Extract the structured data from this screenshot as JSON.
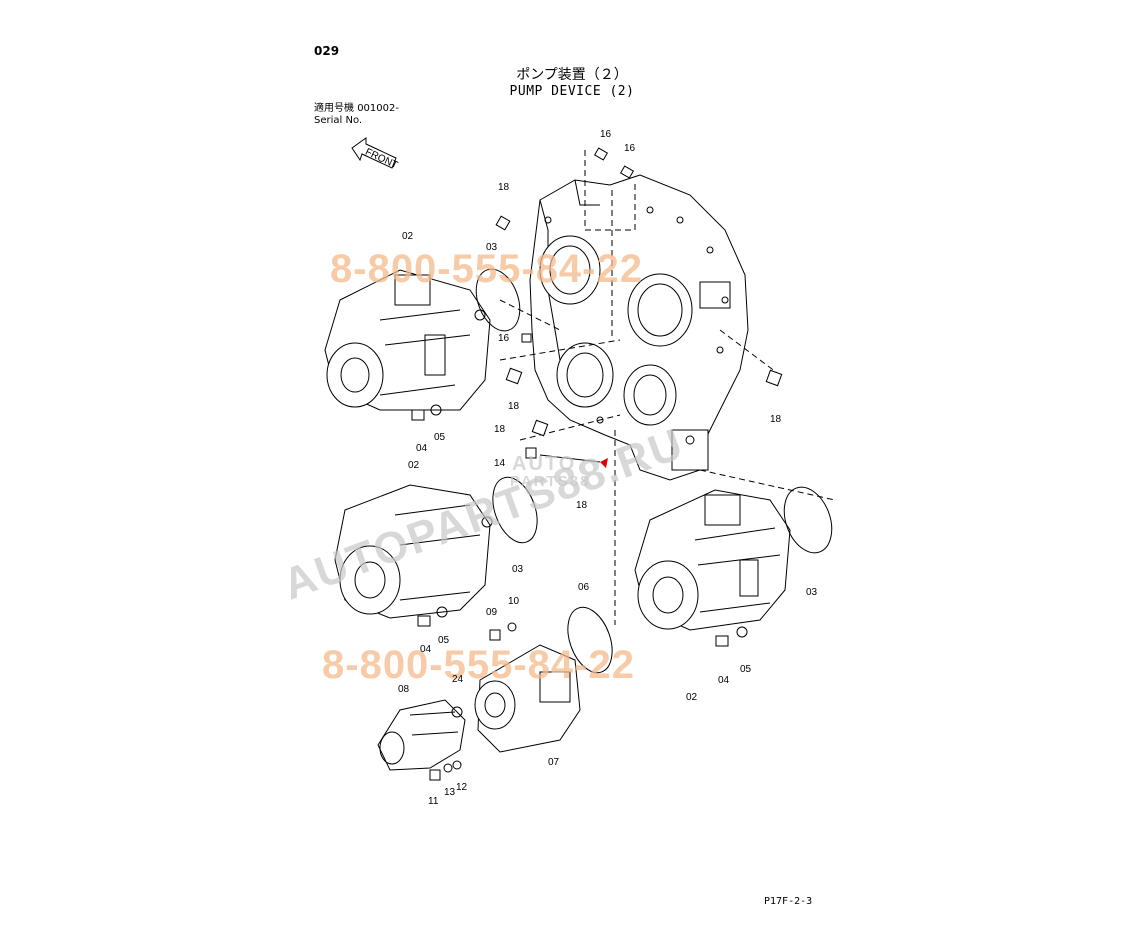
{
  "page": {
    "code": "029",
    "title_jp": "ポンプ装置（２）",
    "title_en": "PUMP DEVICE (2)",
    "serial_label_jp": "適用号機",
    "serial_value": "001002-",
    "serial_label_en": "Serial No.",
    "footer_code": "P17F-2-3"
  },
  "front_arrow": {
    "label": "FRONT"
  },
  "watermarks": {
    "phone_top": "8-800-555-84-22",
    "phone_bottom": "8-800-555-84-22",
    "site_diag": "AUTOPARTS88.RU",
    "logo_top": "AUTO",
    "logo_bottom": "PARTS88"
  },
  "part_labels": {
    "p16a": "16",
    "p16b": "16",
    "p16c": "16",
    "p18a": "18",
    "p18b": "18",
    "p18c": "18",
    "p18d": "18",
    "p18e": "18",
    "p14": "14",
    "p02a": "02",
    "p02b": "02",
    "p02c": "02",
    "p03a": "03",
    "p03b": "03",
    "p03c": "03",
    "p04a": "04",
    "p04b": "04",
    "p04c": "04",
    "p05a": "05",
    "p05b": "05",
    "p05c": "05",
    "p06": "06",
    "p07": "07",
    "p08": "08",
    "p09": "09",
    "p10": "10",
    "p11": "11",
    "p12": "12",
    "p13": "13",
    "p24": "24"
  }
}
